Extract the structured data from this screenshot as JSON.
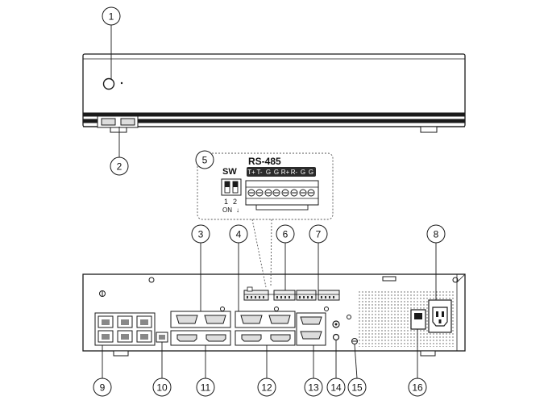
{
  "callouts": [
    {
      "label": "1"
    },
    {
      "label": "2"
    },
    {
      "label": "3"
    },
    {
      "label": "4"
    },
    {
      "label": "5"
    },
    {
      "label": "6"
    },
    {
      "label": "7"
    },
    {
      "label": "8"
    },
    {
      "label": "9"
    },
    {
      "label": "10"
    },
    {
      "label": "11"
    },
    {
      "label": "12"
    },
    {
      "label": "13"
    },
    {
      "label": "14"
    },
    {
      "label": "15"
    },
    {
      "label": "16"
    }
  ],
  "detail": {
    "sw_label": "SW",
    "rs485_label": "RS-485",
    "pins": [
      {
        "label": "T+"
      },
      {
        "label": "T-"
      },
      {
        "label": "G"
      },
      {
        "label": "G"
      },
      {
        "label": "R+"
      },
      {
        "label": "R-"
      },
      {
        "label": "G"
      },
      {
        "label": "G"
      }
    ],
    "switch_numbers": [
      "1",
      "2"
    ],
    "switch_on": "ON",
    "switch_mark": "↓"
  },
  "colors": {
    "line": "#1a1a1a",
    "pin_badge": "#2b2b2b",
    "pin_text": "#ffffff"
  }
}
